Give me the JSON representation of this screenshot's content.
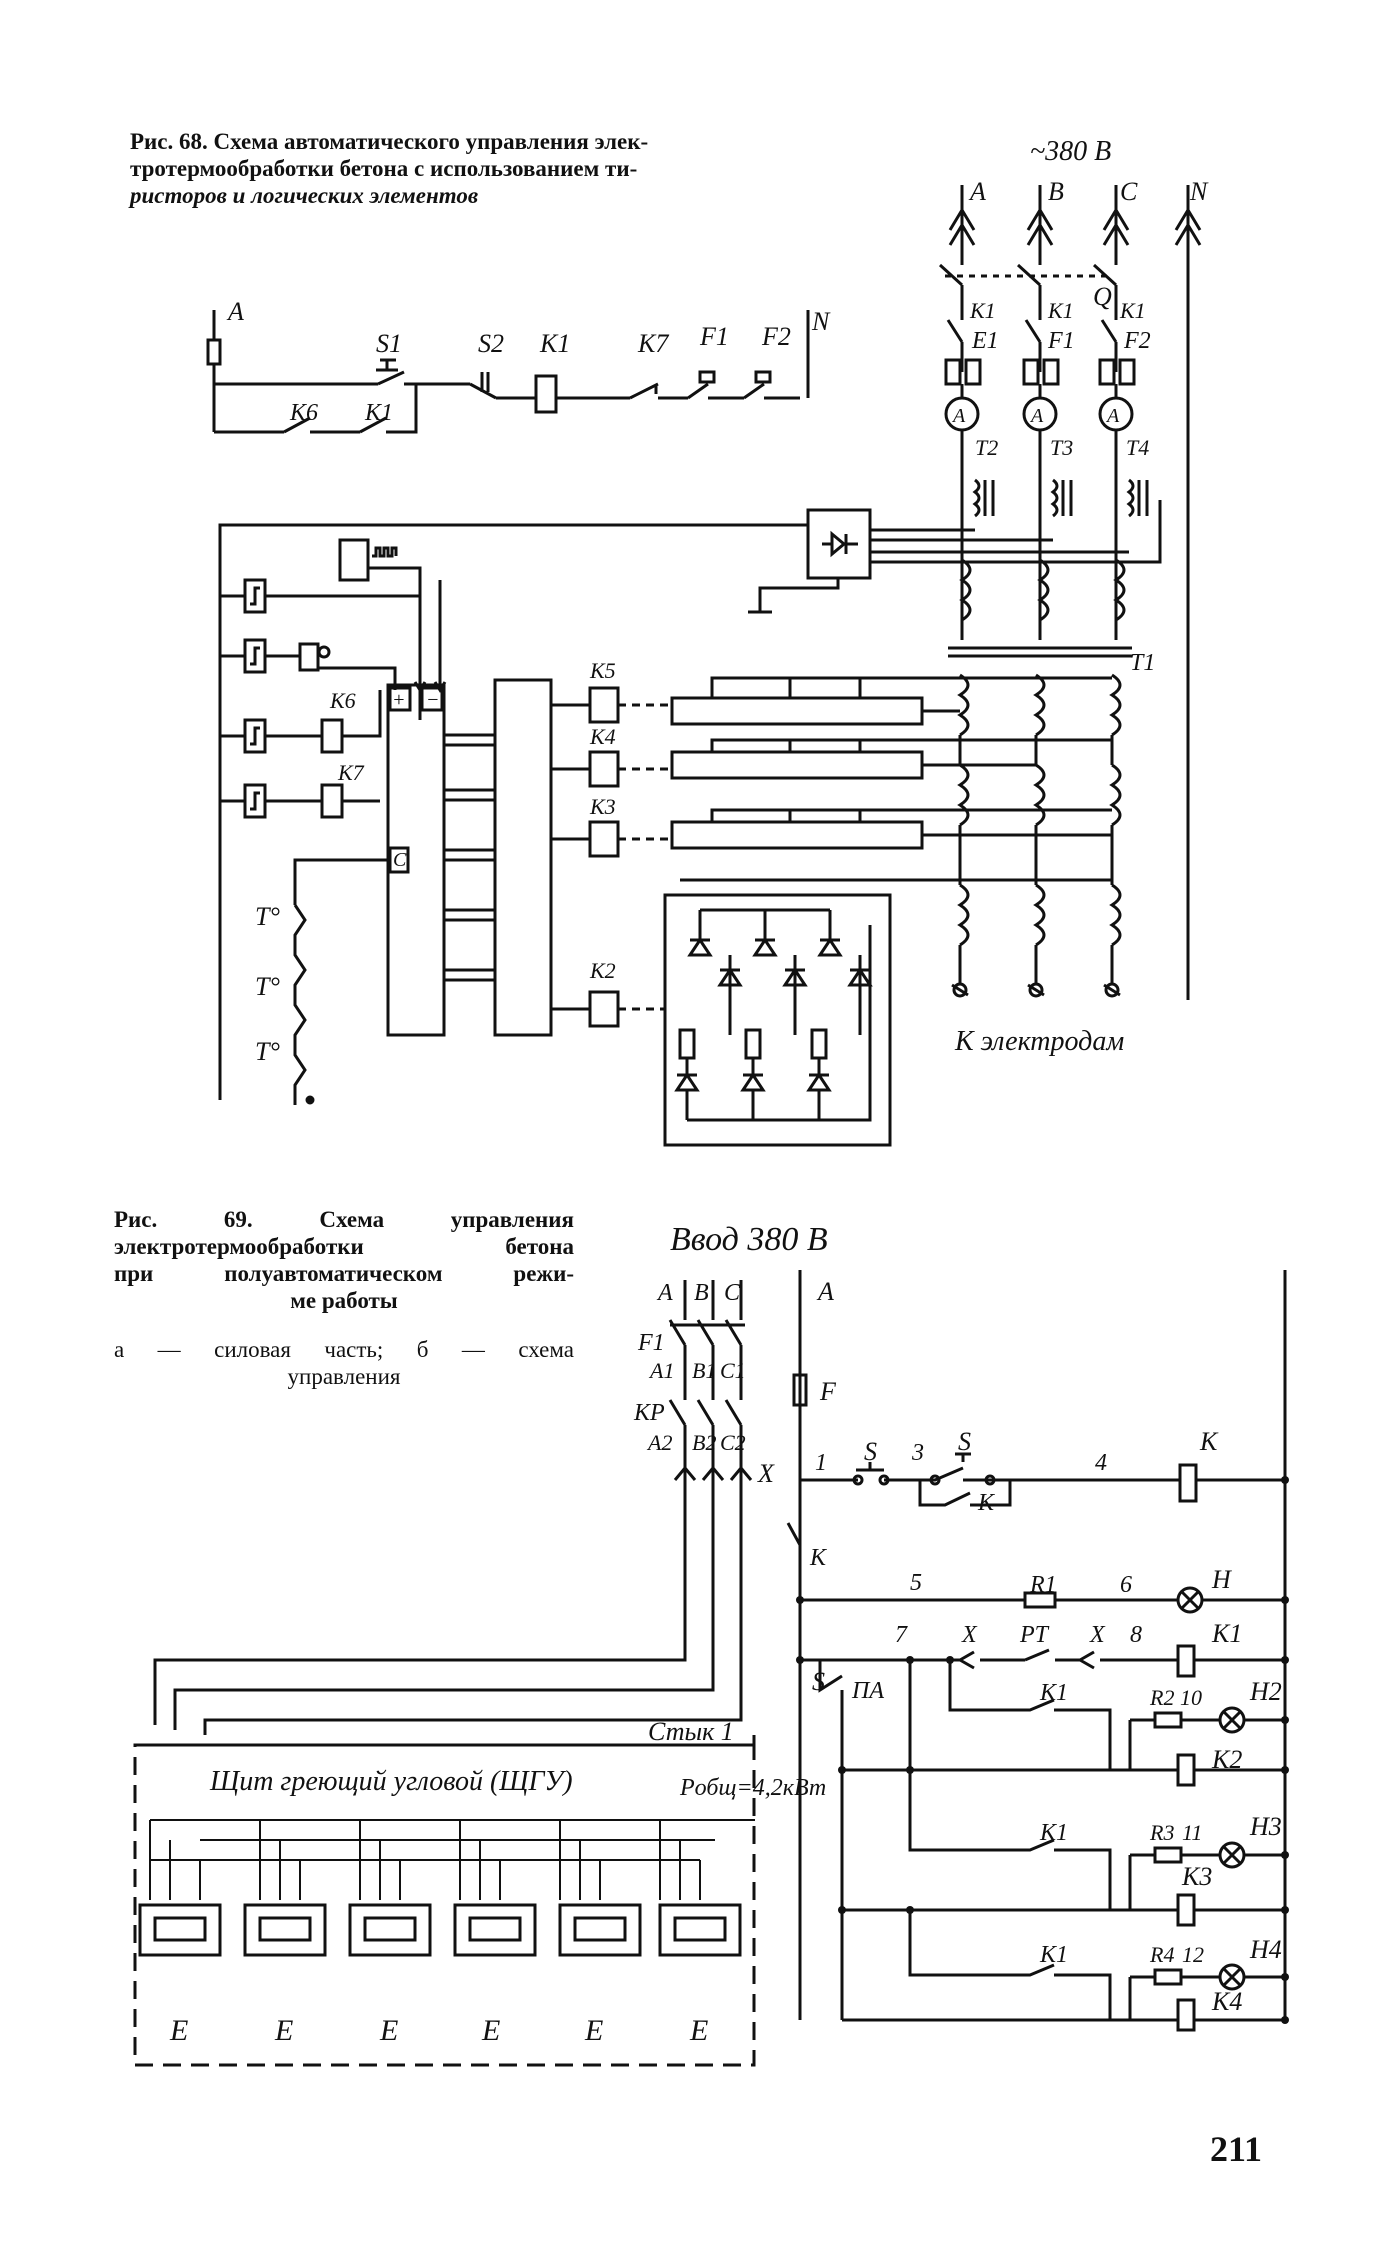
{
  "fig68": {
    "caption_lines": [
      "Рис. 68. Схема автоматического управления элек-",
      "тротермообработки бетона с использованием ти-",
      "ристоров и логических элементов"
    ],
    "labels": {
      "voltage": "~380 В",
      "phase_a": "A",
      "phase_b": "B",
      "phase_c": "C",
      "neutral": "N",
      "q": "Q",
      "k1": "K1",
      "f1": "F1",
      "f2": "F2",
      "e1": "E1",
      "ammeter": "A",
      "t2": "T2",
      "t3": "T3",
      "t4": "T4",
      "t1": "T1",
      "ctrl_a": "A",
      "s1": "S1",
      "s2": "S2",
      "k7": "K7",
      "k6": "K6",
      "ctrl_n": "N",
      "k5": "K5",
      "k4": "K4",
      "k3": "K3",
      "k2": "K2",
      "plus": "+",
      "minus": "−",
      "c": "C",
      "temp": "T°",
      "electrodes": "К электродам"
    }
  },
  "fig69": {
    "caption_lines": [
      "Рис. 69. Схема управления",
      "электротермообработки бетона",
      "при полуавтоматическом режи-",
      "ме работы"
    ],
    "legend_lines": [
      "а — силовая часть; б — схема",
      "управления"
    ],
    "labels": {
      "input": "Ввод 380 В",
      "a": "A",
      "b": "B",
      "c": "C",
      "f1": "F1",
      "a1": "A1",
      "b1": "B1",
      "c1": "C1",
      "kp": "KP",
      "a2": "A2",
      "b2": "B2",
      "c2": "C2",
      "x": "X",
      "joint": "Стык 1",
      "panel": "Щит греющий угловой (ЩГУ)",
      "power": "Pобщ=4,2кВт",
      "element": "E",
      "right_a": "A",
      "fuse": "F",
      "n1": "1",
      "s": "S",
      "n3": "3",
      "n4": "4",
      "k": "K",
      "n5": "5",
      "r1": "R1",
      "n6": "6",
      "h": "H",
      "n7": "7",
      "pt": "PT",
      "n8": "8",
      "k1": "K1",
      "pa": "ПА",
      "r2": "R2",
      "n10": "10",
      "h2": "H2",
      "k2": "K2",
      "r3": "R3",
      "n11": "11",
      "h3": "H3",
      "k3": "K3",
      "r4": "R4",
      "n12": "12",
      "h4": "H4",
      "k4": "K4"
    }
  },
  "page_number": "211"
}
